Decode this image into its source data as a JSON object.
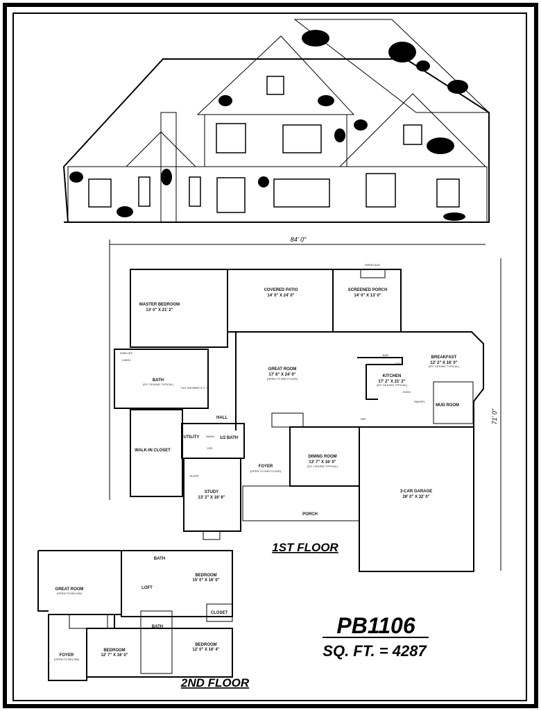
{
  "elevation": {
    "label": ""
  },
  "dimensions": {
    "width": "84' 0\"",
    "depth": "71' 0\""
  },
  "first_floor": {
    "title": "1ST FLOOR",
    "rooms": [
      {
        "name": "MASTER BEDROOM",
        "size": "13' 0\" X 21' 2\"",
        "note": ""
      },
      {
        "name": "COVERED PATIO",
        "size": "14' 0\" X 24' 0\"",
        "note": ""
      },
      {
        "name": "SCREENED PORCH",
        "size": "14' 0\" X 13' 0\"",
        "note": ""
      },
      {
        "name": "GREAT ROOM",
        "size": "17' 6\" X 24' 0\"",
        "note": "(OPEN TO 2ND FLOOR)"
      },
      {
        "name": "KITCHEN",
        "size": "17' 2\" X 21' 2\"",
        "note": "(9'0\" CEILING TYPICAL)"
      },
      {
        "name": "BREAKFAST",
        "size": "12' 2\" X 16' 0\"",
        "note": "(9'0\" CEILING TYPICAL)"
      },
      {
        "name": "BATH",
        "size": "",
        "note": "(9'0\" CEILING TYPICAL)"
      },
      {
        "name": "MUD ROOM",
        "size": "",
        "note": ""
      },
      {
        "name": "WALK-IN CLOSET",
        "size": "",
        "note": ""
      },
      {
        "name": "UTILITY",
        "size": "",
        "note": ""
      },
      {
        "name": "1/2 BATH",
        "size": "",
        "note": ""
      },
      {
        "name": "HALL",
        "size": "",
        "note": ""
      },
      {
        "name": "FOYER",
        "size": "",
        "note": "(OPEN TO 2ND FLOOR)"
      },
      {
        "name": "DINING ROOM",
        "size": "13' 7\" X 16' 0\"",
        "note": "(9'0\" CEILING TYPICAL)"
      },
      {
        "name": "STUDY",
        "size": "13' 2\" X 16' 6\"",
        "note": ""
      },
      {
        "name": "PORCH",
        "size": "",
        "note": ""
      },
      {
        "name": "3-CAR GARAGE",
        "size": "26' 0\" X 32' 0\"",
        "note": ""
      }
    ],
    "fixtures": [
      "FIREPLACE",
      "LINEN",
      "SHELVES",
      "TILE SHOWER 5' X 7'",
      "WASH",
      "DRY",
      "REF",
      "D/W",
      "OVEN",
      "PANTRY",
      "BAR",
      "SLOPE"
    ]
  },
  "second_floor": {
    "title": "2ND FLOOR",
    "rooms": [
      {
        "name": "GREAT ROOM",
        "size": "",
        "note": "(OPEN TO BELOW)"
      },
      {
        "name": "LOFT",
        "size": "",
        "note": ""
      },
      {
        "name": "BATH",
        "size": "",
        "note": ""
      },
      {
        "name": "BEDROOM",
        "size": "15' 0\" X 16' 0\"",
        "note": ""
      },
      {
        "name": "CLOSET",
        "size": "",
        "note": ""
      },
      {
        "name": "BATH",
        "size": "",
        "note": ""
      },
      {
        "name": "BEDROOM",
        "size": "12' 7\" X 16' 0\"",
        "note": ""
      },
      {
        "name": "BEDROOM",
        "size": "12' 0\" X 16' 4\"",
        "note": ""
      },
      {
        "name": "FOYER",
        "size": "",
        "note": "(OPEN TO BELOW)"
      }
    ]
  },
  "plan_info": {
    "plan_number": "PB1106",
    "square_feet": "SQ. FT. = 4287"
  }
}
